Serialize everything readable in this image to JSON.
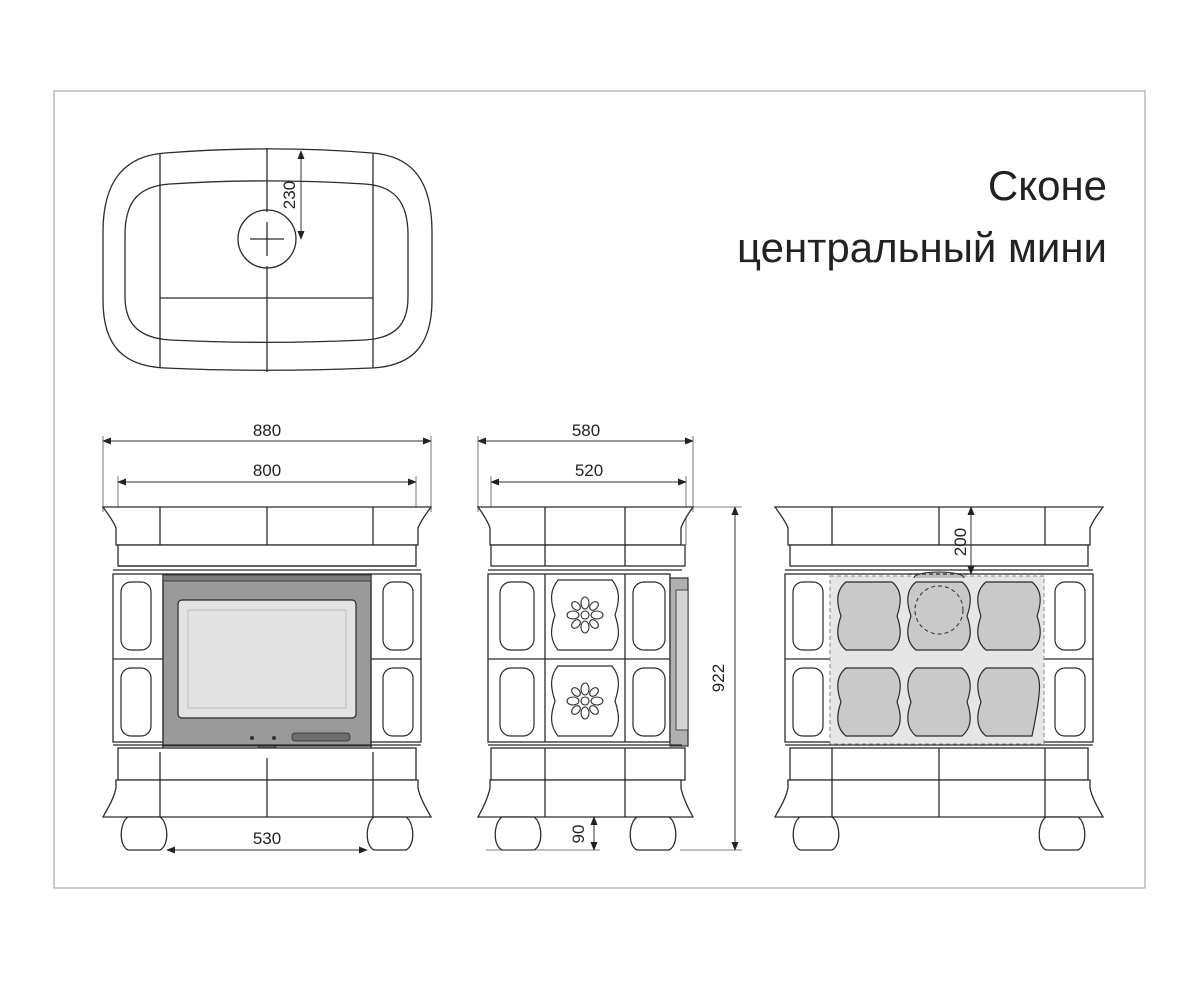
{
  "title": {
    "line1": "Сконе",
    "line2": "центральный мини"
  },
  "dimensions": {
    "flue_offset": "230",
    "front_width_outer": "880",
    "front_width_inner": "800",
    "front_leg_spacing": "530",
    "side_depth_outer": "580",
    "side_depth_inner": "520",
    "total_height": "922",
    "leg_height": "90",
    "back_flue_drop": "200"
  },
  "colors": {
    "line": "#2b2b2b",
    "accent_gray": "#c9c9c9",
    "door_frame": "#9a9a9a",
    "glass": "#e2e2e2"
  }
}
